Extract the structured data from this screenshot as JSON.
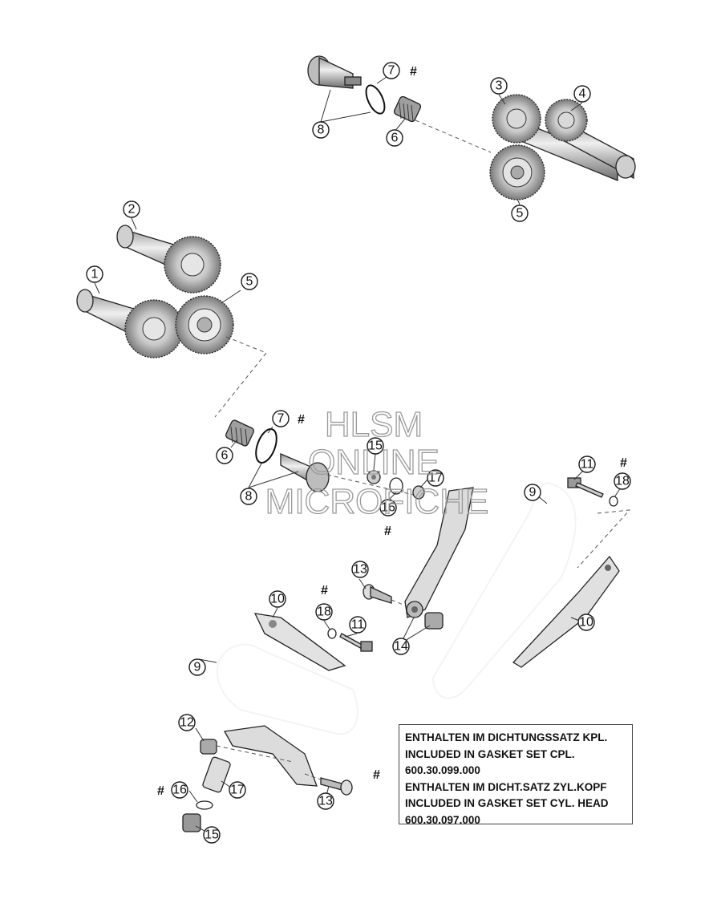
{
  "callouts": {
    "c1": "1",
    "c2": "2",
    "c3": "3",
    "c4": "4",
    "c5a": "5",
    "c5b": "5",
    "c6a": "6",
    "c6b": "6",
    "c7a": "7",
    "c7b": "7",
    "c8a": "8",
    "c8b": "8",
    "c9a": "9",
    "c9b": "9",
    "c10a": "10",
    "c10b": "10",
    "c11a": "11",
    "c11b": "11",
    "c12": "12",
    "c13a": "13",
    "c13b": "13",
    "c14": "14",
    "c15a": "15",
    "c15b": "15",
    "c16a": "16",
    "c16b": "16",
    "c17a": "17",
    "c17b": "17",
    "c18a": "18",
    "c18b": "18"
  },
  "hash_symbol": "#",
  "watermark": {
    "line1": "HLSM",
    "line2": "ONLINE",
    "line3": "MICROFICHE"
  },
  "legend": {
    "line1": "ENTHALTEN IM DICHTUNGSSATZ KPL.",
    "line2": "INCLUDED IN GASKET SET CPL.",
    "line3": "600.30.099.000",
    "line4": "ENTHALTEN IM DICHT.SATZ ZYL.KOPF",
    "line5": "INCLUDED IN GASKET SET CYL. HEAD",
    "line6": "600.30.097.000"
  }
}
